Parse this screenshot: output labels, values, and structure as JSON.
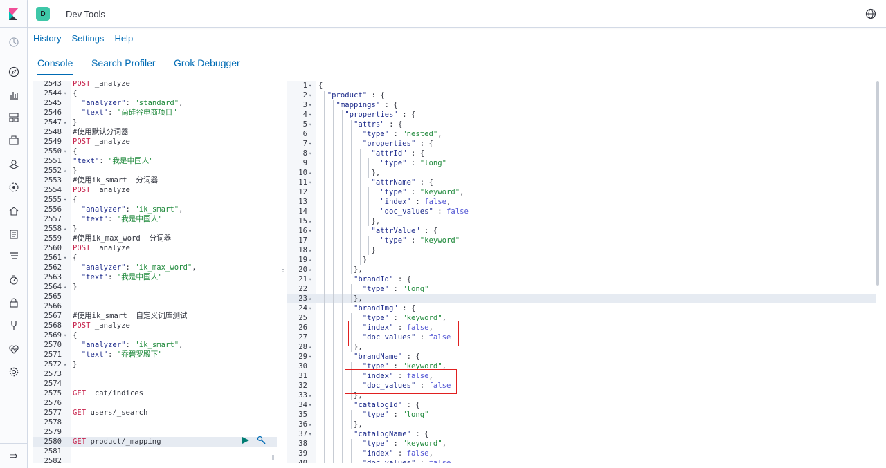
{
  "header": {
    "space_initial": "D",
    "app_title": "Dev Tools"
  },
  "topmenu": {
    "items": [
      "History",
      "Settings",
      "Help"
    ]
  },
  "tabs": [
    {
      "label": "Console",
      "active": true
    },
    {
      "label": "Search Profiler",
      "active": false
    },
    {
      "label": "Grok Debugger",
      "active": false
    }
  ],
  "colors": {
    "accent": "#006bb4",
    "badge": "#3ec7a8",
    "method": "#c7254e",
    "string": "#208a3c",
    "keyword": "#5256d4",
    "highlight_box": "#e02020"
  },
  "left_editor": {
    "lines": [
      {
        "n": "2543",
        "fold": "",
        "text": "POST _analyze",
        "type": "method"
      },
      {
        "n": "2544",
        "fold": "▾",
        "text": "{",
        "type": "plain"
      },
      {
        "n": "2545",
        "fold": "",
        "text": "  \"analyzer\": \"standard\",",
        "type": "kv"
      },
      {
        "n": "2546",
        "fold": "",
        "text": "  \"text\": \"尚硅谷电商项目\"",
        "type": "kv"
      },
      {
        "n": "2547",
        "fold": "▴",
        "text": "}",
        "type": "plain"
      },
      {
        "n": "2548",
        "fold": "",
        "text": "#使用默认分词器",
        "type": "comment"
      },
      {
        "n": "2549",
        "fold": "",
        "text": "POST _analyze",
        "type": "method"
      },
      {
        "n": "2550",
        "fold": "▾",
        "text": "{",
        "type": "plain"
      },
      {
        "n": "2551",
        "fold": "",
        "text": "\"text\": \"我是中国人\"",
        "type": "kv"
      },
      {
        "n": "2552",
        "fold": "▴",
        "text": "}",
        "type": "plain"
      },
      {
        "n": "2553",
        "fold": "",
        "text": "#使用ik_smart  分词器",
        "type": "comment"
      },
      {
        "n": "2554",
        "fold": "",
        "text": "POST _analyze",
        "type": "method"
      },
      {
        "n": "2555",
        "fold": "▾",
        "text": "{",
        "type": "plain"
      },
      {
        "n": "2556",
        "fold": "",
        "text": "  \"analyzer\": \"ik_smart\",",
        "type": "kv"
      },
      {
        "n": "2557",
        "fold": "",
        "text": "  \"text\": \"我是中国人\"",
        "type": "kv"
      },
      {
        "n": "2558",
        "fold": "▴",
        "text": "}",
        "type": "plain"
      },
      {
        "n": "2559",
        "fold": "",
        "text": "#使用ik_max_word  分词器",
        "type": "comment"
      },
      {
        "n": "2560",
        "fold": "",
        "text": "POST _analyze",
        "type": "method"
      },
      {
        "n": "2561",
        "fold": "▾",
        "text": "{",
        "type": "plain"
      },
      {
        "n": "2562",
        "fold": "",
        "text": "  \"analyzer\": \"ik_max_word\",",
        "type": "kv"
      },
      {
        "n": "2563",
        "fold": "",
        "text": "  \"text\": \"我是中国人\"",
        "type": "kv"
      },
      {
        "n": "2564",
        "fold": "▴",
        "text": "}",
        "type": "plain"
      },
      {
        "n": "2565",
        "fold": "",
        "text": "",
        "type": "plain"
      },
      {
        "n": "2566",
        "fold": "",
        "text": "",
        "type": "plain"
      },
      {
        "n": "2567",
        "fold": "",
        "text": "#使用ik_smart  自定义词库测试",
        "type": "comment"
      },
      {
        "n": "2568",
        "fold": "",
        "text": "POST _analyze",
        "type": "method"
      },
      {
        "n": "2569",
        "fold": "▾",
        "text": "{",
        "type": "plain"
      },
      {
        "n": "2570",
        "fold": "",
        "text": "  \"analyzer\": \"ik_smart\",",
        "type": "kv"
      },
      {
        "n": "2571",
        "fold": "",
        "text": "  \"text\": \"乔碧罗殿下\"",
        "type": "kv"
      },
      {
        "n": "2572",
        "fold": "▴",
        "text": "}",
        "type": "plain"
      },
      {
        "n": "2573",
        "fold": "",
        "text": "",
        "type": "plain"
      },
      {
        "n": "2574",
        "fold": "",
        "text": "",
        "type": "plain"
      },
      {
        "n": "2575",
        "fold": "",
        "text": "GET _cat/indices",
        "type": "method"
      },
      {
        "n": "2576",
        "fold": "",
        "text": "",
        "type": "plain"
      },
      {
        "n": "2577",
        "fold": "",
        "text": "GET users/_search",
        "type": "method"
      },
      {
        "n": "2578",
        "fold": "",
        "text": "",
        "type": "plain"
      },
      {
        "n": "2579",
        "fold": "",
        "text": "",
        "type": "plain"
      },
      {
        "n": "2580",
        "fold": "",
        "text": "GET product/_mapping",
        "type": "method",
        "active": true
      },
      {
        "n": "2581",
        "fold": "",
        "text": "",
        "type": "plain"
      },
      {
        "n": "2582",
        "fold": "",
        "text": "",
        "type": "plain"
      }
    ]
  },
  "right_editor": {
    "lines": [
      {
        "n": "1",
        "fold": "▾",
        "text": "{",
        "indent": 0
      },
      {
        "n": "2",
        "fold": "▾",
        "text": "  \"product\" : {",
        "indent": 1
      },
      {
        "n": "3",
        "fold": "▾",
        "text": "    \"mappings\" : {",
        "indent": 2
      },
      {
        "n": "4",
        "fold": "▾",
        "text": "      \"properties\" : {",
        "indent": 3
      },
      {
        "n": "5",
        "fold": "▾",
        "text": "        \"attrs\" : {",
        "indent": 4
      },
      {
        "n": "6",
        "fold": "",
        "text": "          \"type\" : \"nested\",",
        "indent": 5
      },
      {
        "n": "7",
        "fold": "▾",
        "text": "          \"properties\" : {",
        "indent": 5
      },
      {
        "n": "8",
        "fold": "▾",
        "text": "            \"attrId\" : {",
        "indent": 6
      },
      {
        "n": "9",
        "fold": "",
        "text": "              \"type\" : \"long\"",
        "indent": 7
      },
      {
        "n": "10",
        "fold": "▴",
        "text": "            },",
        "indent": 6
      },
      {
        "n": "11",
        "fold": "▾",
        "text": "            \"attrName\" : {",
        "indent": 6
      },
      {
        "n": "12",
        "fold": "",
        "text": "              \"type\" : \"keyword\",",
        "indent": 7
      },
      {
        "n": "13",
        "fold": "",
        "text": "              \"index\" : false,",
        "indent": 7
      },
      {
        "n": "14",
        "fold": "",
        "text": "              \"doc_values\" : false",
        "indent": 7
      },
      {
        "n": "15",
        "fold": "▴",
        "text": "            },",
        "indent": 6
      },
      {
        "n": "16",
        "fold": "▾",
        "text": "            \"attrValue\" : {",
        "indent": 6
      },
      {
        "n": "17",
        "fold": "",
        "text": "              \"type\" : \"keyword\"",
        "indent": 7
      },
      {
        "n": "18",
        "fold": "▴",
        "text": "            }",
        "indent": 6
      },
      {
        "n": "19",
        "fold": "▴",
        "text": "          }",
        "indent": 5
      },
      {
        "n": "20",
        "fold": "▴",
        "text": "        },",
        "indent": 4
      },
      {
        "n": "21",
        "fold": "▾",
        "text": "        \"brandId\" : {",
        "indent": 4
      },
      {
        "n": "22",
        "fold": "",
        "text": "          \"type\" : \"long\"",
        "indent": 5
      },
      {
        "n": "23",
        "fold": "▴",
        "text": "        },",
        "indent": 4,
        "active": true
      },
      {
        "n": "24",
        "fold": "▾",
        "text": "        \"brandImg\" : {",
        "indent": 4
      },
      {
        "n": "25",
        "fold": "",
        "text": "          \"type\" : \"keyword\",",
        "indent": 5
      },
      {
        "n": "26",
        "fold": "",
        "text": "          \"index\" : false,",
        "indent": 5
      },
      {
        "n": "27",
        "fold": "",
        "text": "          \"doc_values\" : false",
        "indent": 5
      },
      {
        "n": "28",
        "fold": "▴",
        "text": "        },",
        "indent": 4
      },
      {
        "n": "29",
        "fold": "▾",
        "text": "        \"brandName\" : {",
        "indent": 4
      },
      {
        "n": "30",
        "fold": "",
        "text": "          \"type\" : \"keyword\",",
        "indent": 5
      },
      {
        "n": "31",
        "fold": "",
        "text": "          \"index\" : false,",
        "indent": 5
      },
      {
        "n": "32",
        "fold": "",
        "text": "          \"doc_values\" : false",
        "indent": 5
      },
      {
        "n": "33",
        "fold": "▴",
        "text": "        },",
        "indent": 4
      },
      {
        "n": "34",
        "fold": "▾",
        "text": "        \"catalogId\" : {",
        "indent": 4
      },
      {
        "n": "35",
        "fold": "",
        "text": "          \"type\" : \"long\"",
        "indent": 5
      },
      {
        "n": "36",
        "fold": "▴",
        "text": "        },",
        "indent": 4
      },
      {
        "n": "37",
        "fold": "▾",
        "text": "        \"catalogName\" : {",
        "indent": 4
      },
      {
        "n": "38",
        "fold": "",
        "text": "          \"type\" : \"keyword\",",
        "indent": 5
      },
      {
        "n": "39",
        "fold": "",
        "text": "          \"index\" : false,",
        "indent": 5
      },
      {
        "n": "40",
        "fold": "",
        "text": "          \"doc_values\" : false",
        "indent": 5
      }
    ]
  }
}
